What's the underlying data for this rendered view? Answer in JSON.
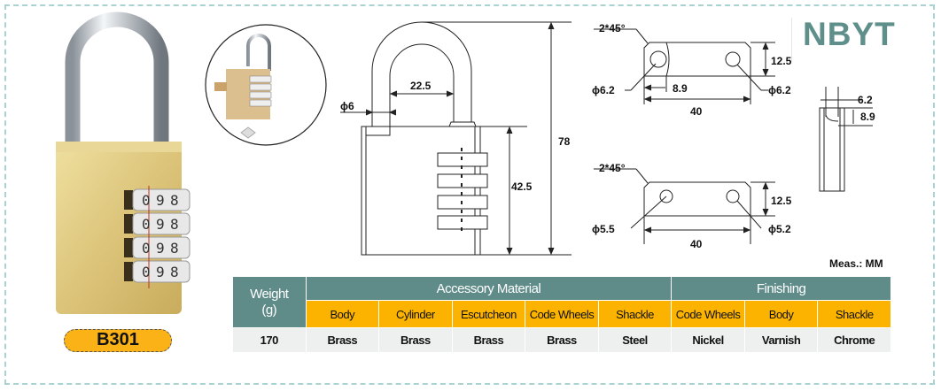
{
  "brand": "NBYT",
  "model": "B301",
  "measurement_unit": "Meas.: MM",
  "lock_wheel_digits": [
    "0",
    "9",
    "8"
  ],
  "drawing": {
    "shackle_diameter": "ϕ6",
    "shackle_inner_width": "22.5",
    "total_height": "78",
    "body_height": "42.5"
  },
  "plate_top": {
    "chamfer": "2*45°",
    "height": "12.5",
    "hole_left": "ϕ6.2",
    "hole_right": "ϕ6.2",
    "offset": "8.9",
    "length": "40"
  },
  "plate_bottom": {
    "chamfer": "2*45°",
    "height": "12.5",
    "hole_left": "ϕ5.5",
    "hole_right": "ϕ5.2",
    "length": "40"
  },
  "side_view": {
    "width": "6.2",
    "depth": "8.9"
  },
  "table": {
    "weight_header": "Weight",
    "weight_unit": "(g)",
    "group_accessory": "Accessory Material",
    "group_finishing": "Finishing",
    "columns": [
      "Body",
      "Cylinder",
      "Escutcheon",
      "Code Wheels",
      "Shackle",
      "Code Wheels",
      "Body",
      "Shackle"
    ],
    "weight": "170",
    "values": [
      "Brass",
      "Brass",
      "Brass",
      "Brass",
      "Steel",
      "Nickel",
      "Varnish",
      "Chrome"
    ]
  },
  "colors": {
    "teal": "#5f8c89",
    "orange": "#fbb300",
    "brand": "#5e8f8a"
  }
}
